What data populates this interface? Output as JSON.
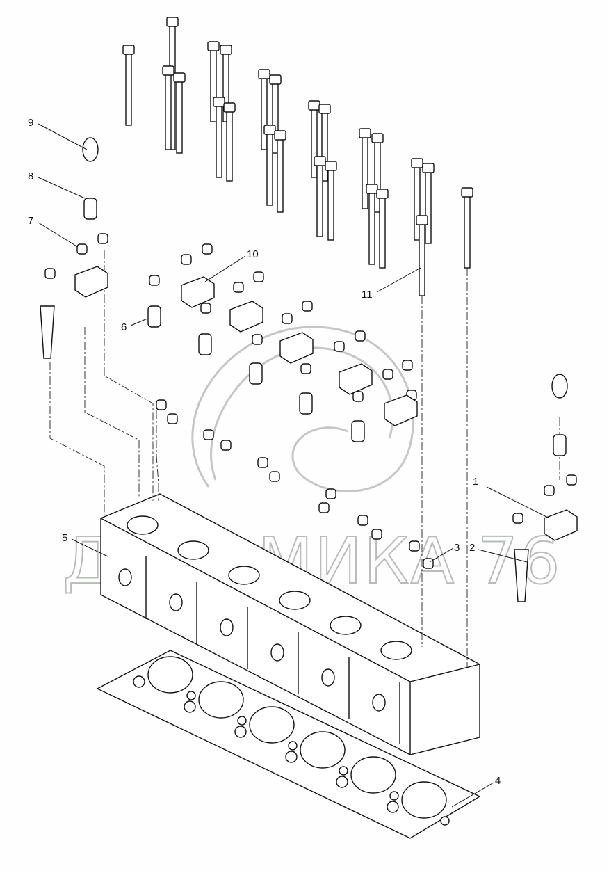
{
  "diagram": {
    "callouts": [
      "1",
      "2",
      "3",
      "4",
      "5",
      "6",
      "7",
      "8",
      "9",
      "10",
      "11"
    ],
    "watermark": "ДИНАМИКА 76"
  }
}
